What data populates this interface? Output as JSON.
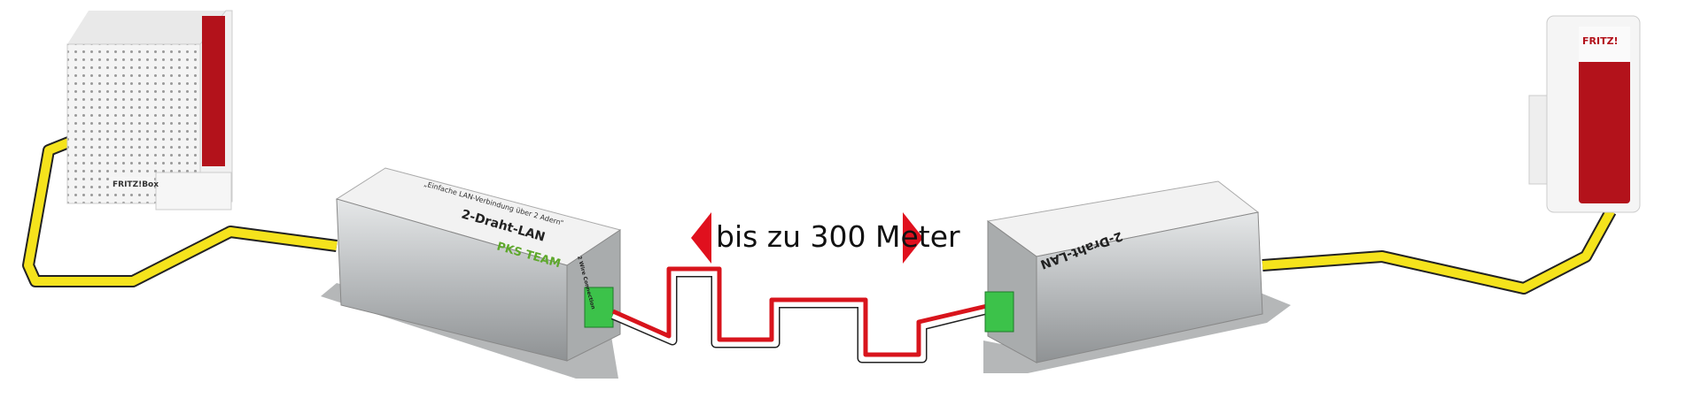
{
  "distance_label": "bis zu 300 Meter",
  "router": {
    "brand": "FRITZ!Box"
  },
  "repeater": {
    "brand": "FRITZ!"
  },
  "adapter": {
    "product_name": "2-Draht-LAN",
    "slogan": "„Einfache LAN-Verbindung über 2 Adern“",
    "brand": "PKS TEAM",
    "port_label": "2 Wire Connection"
  },
  "colors": {
    "lan_cable": "#f5e31c",
    "arrow": "#e0101e",
    "wire_red": "#d8141c",
    "connector": "#3cc24a",
    "housing": "#c9cbcc"
  }
}
